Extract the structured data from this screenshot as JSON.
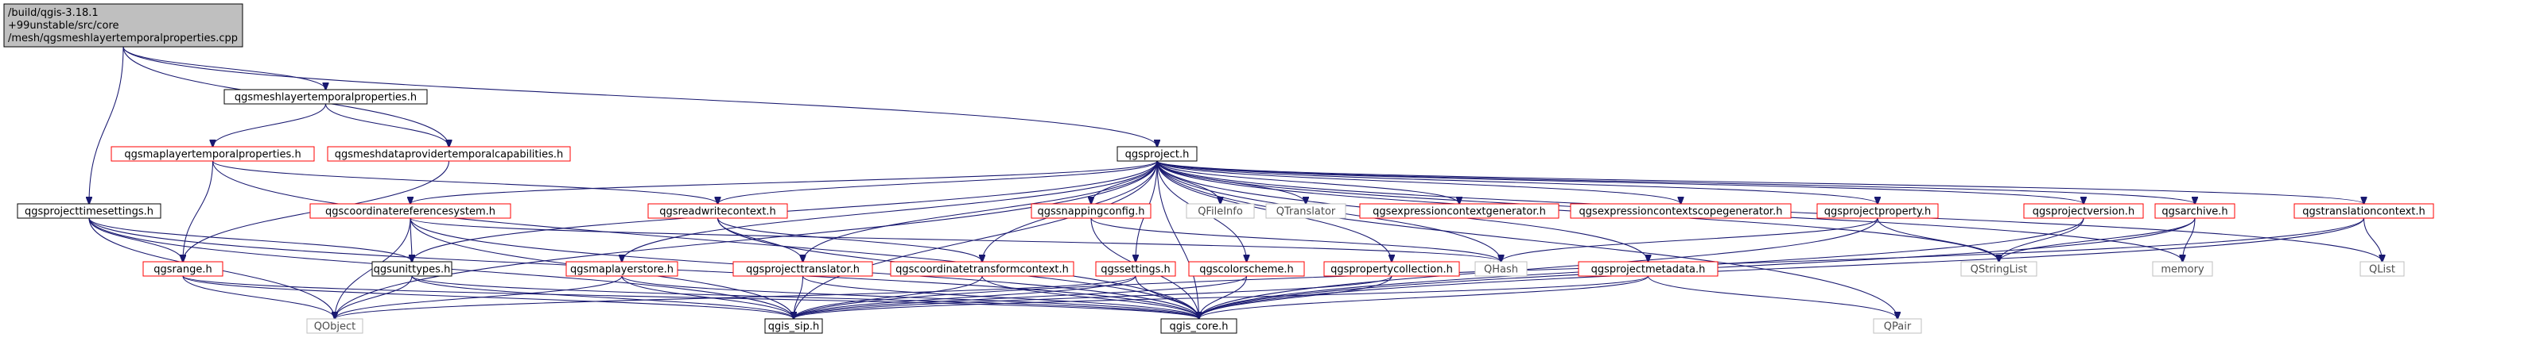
{
  "root": {
    "lines": [
      "/build/qgis-3.18.1",
      "+99unstable/src/core",
      "/mesh/qgsmeshlayertemporalproperties.cpp"
    ]
  },
  "nodes": {
    "mltp": "qgsmeshlayertemporalproperties.h",
    "mptp": "qgsmaplayertemporalproperties.h",
    "mdptc": "qgsmeshdataprovidertemporalcapabilities.h",
    "proj": "qgsproject.h",
    "pts": "qgsprojecttimesettings.h",
    "crs": "qgscoordinatereferencesystem.h",
    "rwc": "qgsreadwritecontext.h",
    "snap": "qgssnappingconfig.h",
    "fileinfo": "QFileInfo",
    "translator": "QTranslator",
    "ecg": "qgsexpressioncontextgenerator.h",
    "ecsg": "qgsexpressioncontextscopegenerator.h",
    "pprop": "qgsprojectproperty.h",
    "pver": "qgsprojectversion.h",
    "archive": "qgsarchive.h",
    "tctx": "qgstranslationcontext.h",
    "range": "qgsrange.h",
    "unit": "qgsunittypes.h",
    "mls": "qgsmaplayerstore.h",
    "ptrans": "qgsprojecttranslator.h",
    "ctc": "qgscoordinatetransformcontext.h",
    "settings": "qgssettings.h",
    "cscheme": "qgscolorscheme.h",
    "pcoll": "qgspropertycollection.h",
    "qhash": "QHash",
    "pmeta": "qgsprojectmetadata.h",
    "qsl": "QStringList",
    "memory": "memory",
    "qlist": "QList",
    "qobject": "QObject",
    "sip": "qgis_sip.h",
    "core": "qgis_core.h",
    "qpair": "QPair"
  },
  "legend_colors": {
    "edge": "#191970",
    "documented_border": "#ff0000",
    "internal_border": "#000000",
    "external_border": "#bfbfbf",
    "root_fill": "#bfbfbf"
  }
}
